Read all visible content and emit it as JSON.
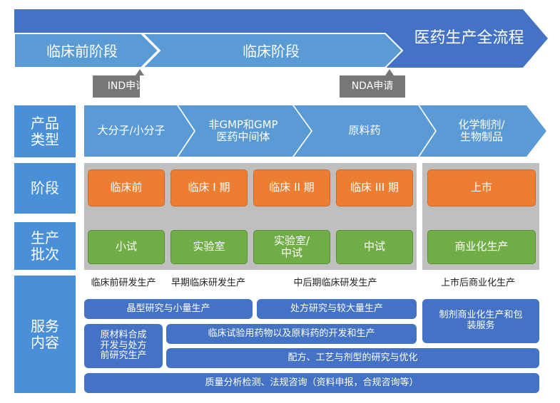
{
  "top": {
    "overall": "医药生产全流程",
    "preclinical": "临床前阶段",
    "clinical": "临床阶段",
    "milestones": [
      "IND申请",
      "NDA申请"
    ]
  },
  "labels": {
    "product_type": "产品\n类型",
    "stage": "阶段",
    "batch": "生产\n批次",
    "services": "服务\n内容"
  },
  "product_types": [
    "大分子/小分子",
    "非GMP和GMP\n医药中间体",
    "原料药",
    "化学制剂/\n生物制品"
  ],
  "stages": [
    "临床前",
    "临床 I 期",
    "临床 II 期",
    "临床 III 期",
    "上市"
  ],
  "batches": [
    "小试",
    "实验室",
    "实验室/\n中试",
    "中试",
    "商业化生产"
  ],
  "phases": [
    "临床前研发生产",
    "早期临床研发生产",
    "中后期临床研发生产",
    "上市后商业化生产"
  ],
  "services": {
    "crystal": "晶型研究与小量生产",
    "formulation": "处方研究与较大量生产",
    "commercial": "制剂商业化生产和包\n装服务",
    "raw_material": "原材料合成\n开发与处方\n前研究生产",
    "clinical_drug": "临床试验用药物以及原料药的开发和生产",
    "recipe": "配方、工艺与剂型的研究与优化",
    "quality": "质量分析检测、法规咨询（资料申报，合规咨询等）"
  },
  "colors": {
    "dark_blue": "#4472c4",
    "light_blue": "#5b9bd5",
    "label_blue": "#4a90d9",
    "orange": "#ed7d31",
    "green": "#70ad47",
    "gray": "#bfbfbf"
  }
}
